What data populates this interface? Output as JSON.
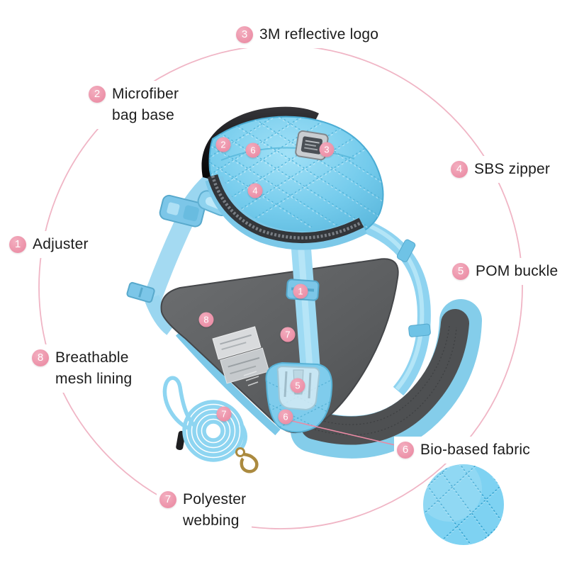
{
  "callouts": {
    "adjuster": {
      "num": "1",
      "text": "Adjuster"
    },
    "microfiber": {
      "num": "2",
      "line1": "Microfiber",
      "line2": "bag base"
    },
    "reflective": {
      "num": "3",
      "text": "3M reflective logo"
    },
    "zipper": {
      "num": "4",
      "text": "SBS zipper"
    },
    "buckle": {
      "num": "5",
      "text": "POM buckle"
    },
    "biofabric": {
      "num": "6",
      "text": "Bio-based fabric"
    },
    "webbing": {
      "num": "7",
      "line1": "Polyester",
      "line2": "webbing"
    },
    "mesh": {
      "num": "8",
      "line1": "Breathable",
      "line2": "mesh lining"
    }
  },
  "markers": {
    "bag_base": "2",
    "bag_fabric": "6",
    "reflective_logo": "3",
    "zipper": "4",
    "adjuster": "1",
    "front_webbing": "7",
    "pom_buckle": "5",
    "bottom_fabric": "6",
    "mesh_panel": "8",
    "leash_webbing": "7"
  },
  "colors": {
    "ring_pink": "#f0b5c5",
    "badge_pink": "#ec91a8",
    "leader_pink": "#ea8aa4",
    "harness_blue": "#8ed3f0",
    "quilt_blue": "#7ed2f2",
    "mesh_gray": "#5f6163",
    "bag_base_black": "#1b1b1d",
    "zipper_dark": "#33363a",
    "clasp_gold": "#ab8a3f",
    "text_black": "#1c1c1c"
  }
}
